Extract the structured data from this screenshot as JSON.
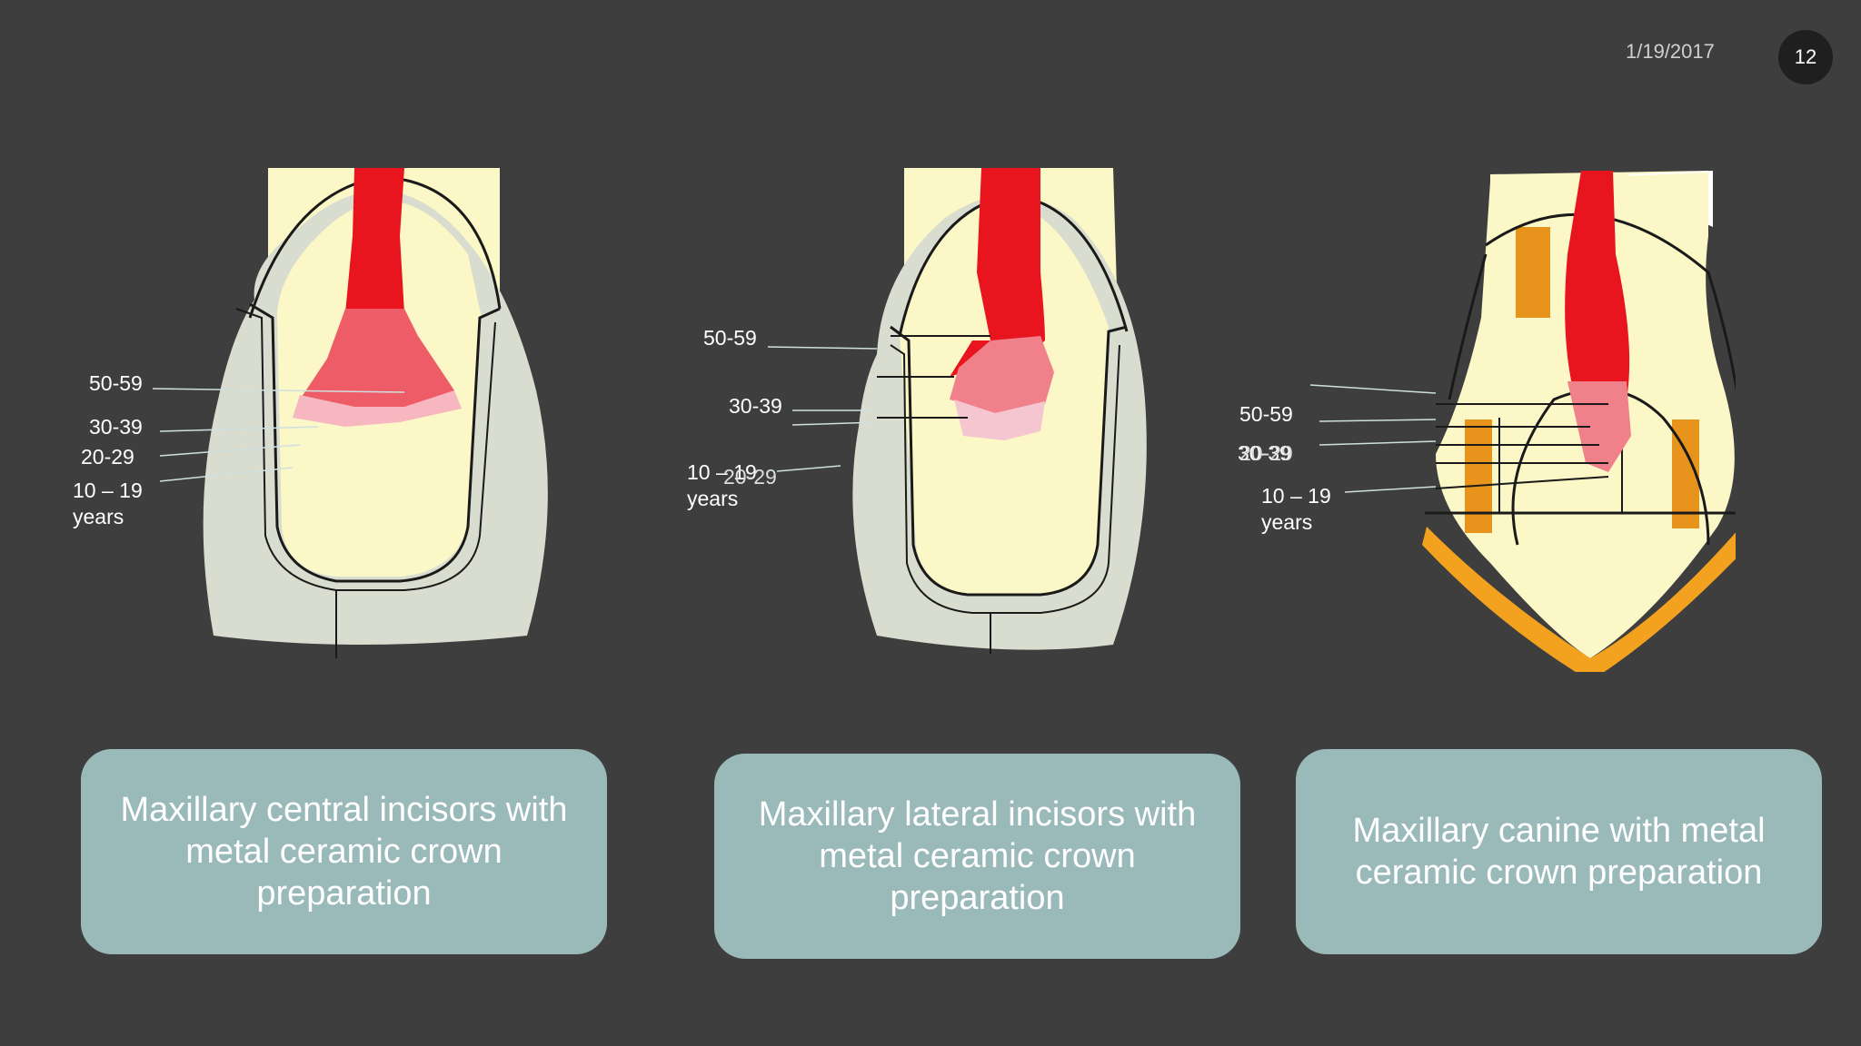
{
  "header": {
    "date": "1/19/2017",
    "slide_number": "12"
  },
  "panels": [
    {
      "labels": [
        "50-59",
        "30-39",
        "20-29",
        "10 – 19",
        "years"
      ],
      "caption": "Maxillary central incisors with metal ceramic crown preparation"
    },
    {
      "labels": [
        "50-59",
        "30-39",
        "10 – 19",
        "20-29",
        "years"
      ],
      "caption": "Maxillary lateral incisors with metal ceramic crown preparation"
    },
    {
      "labels": [
        "50-59",
        "30-39",
        "20-29",
        "10 – 19",
        "years"
      ],
      "caption": "Maxillary canine with metal ceramic crown preparation"
    }
  ]
}
